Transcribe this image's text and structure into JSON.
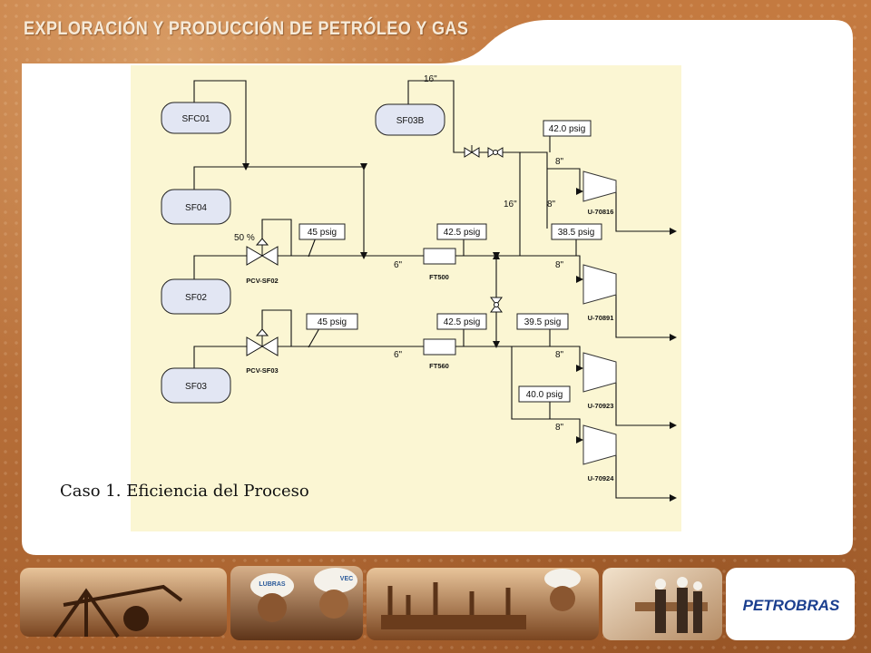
{
  "header": {
    "title": "EXPLORACIÓN Y PRODUCCIÓN DE PETRÓLEO Y GAS"
  },
  "caption": "Caso 1. Eficiencia del Proceso",
  "brand": {
    "logo_text": "PETROBRAS",
    "color": "#1b3f8f"
  },
  "photo_strip": {
    "helmet_texts": [
      "LUBRAS",
      "VEC"
    ]
  },
  "diagram": {
    "wells": [
      "SFC01",
      "SF03B",
      "SF04",
      "SF02",
      "SF03"
    ],
    "valves": [
      "PCV-SF02",
      "PCV-SF03"
    ],
    "valve_opening": "50 %",
    "flow_meters": [
      "FT500",
      "FT560"
    ],
    "compressors": [
      "U-70816",
      "U-70891",
      "U-70923",
      "U-70924"
    ],
    "pressures": {
      "p_42_0": "42.0 psig",
      "p_45_a": "45 psig",
      "p_42_5_a": "42.5 psig",
      "p_38_5": "38.5 psig",
      "p_45_b": "45 psig",
      "p_42_5_b": "42.5 psig",
      "p_39_5": "39.5 psig",
      "p_40_0": "40.0 psig"
    },
    "pipe_sizes": {
      "top": "16\"",
      "d8_1": "8\"",
      "d16_v": "16\"",
      "d8_v": "8\"",
      "d6_1": "6\"",
      "d8_2": "8\"",
      "d6_2": "6\"",
      "d8_3": "8\"",
      "d8_4": "8\""
    }
  }
}
